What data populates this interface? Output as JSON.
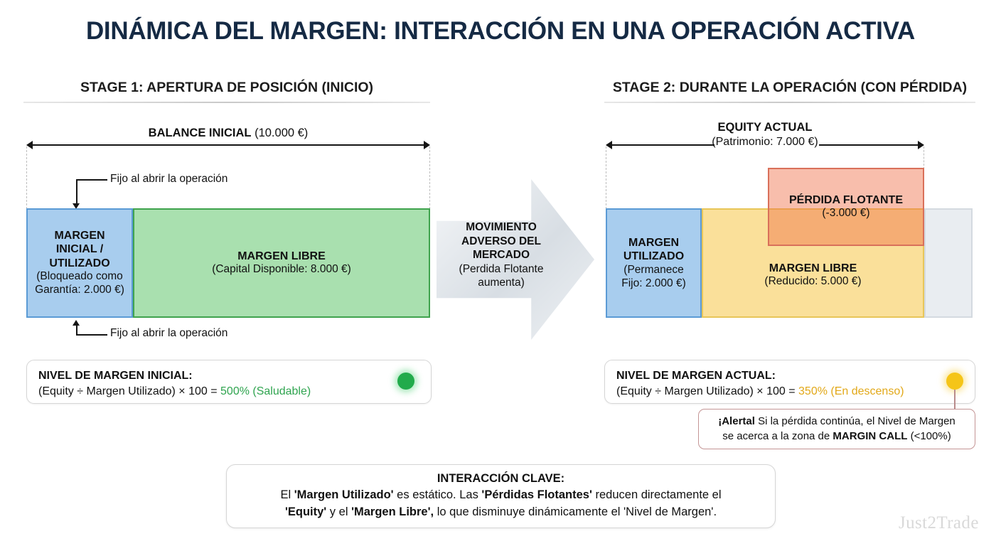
{
  "title": "DINÁMICA DEL MARGEN: INTERACCIÓN EN UNA OPERACIÓN ACTIVA",
  "colors": {
    "title": "#152a44",
    "margin_blue_fill": "#a8cdee",
    "margin_blue_border": "#5b9bd5",
    "free_green_fill": "#a9e0af",
    "free_green_border": "#3fa34d",
    "free_yellow_fill": "#fae09a",
    "free_yellow_border": "#e8c659",
    "loss_red_fill": "rgba(240,110,70,0.45)",
    "loss_red_border": "#d9705a",
    "ghost_gray_fill": "#e9edf1",
    "status_healthy": "#2fa44f",
    "status_warning": "#e2a818",
    "dot_green": "#22ab4b",
    "dot_yellow": "#f5c518",
    "alert_border": "#c49595",
    "watermark": "#d9d9d9"
  },
  "stage1": {
    "header": "STAGE 1: APERTURA DE POSICIÓN (INICIO)",
    "bracket_label_bold": "BALANCE INICIAL",
    "bracket_label_rest": " (10.000 €)",
    "callout_top": "Fijo al abrir la operación",
    "callout_bottom": "Fijo al abrir la operación",
    "margin_bar": {
      "line1": "MARGEN",
      "line2": "INICIAL /",
      "line3": "UTILIZADO",
      "line4": "(Bloqueado como",
      "line5": "Garantía: 2.000 €)"
    },
    "free_bar": {
      "line1": "MARGEN LIBRE",
      "line2": "(Capital Disponible: 8.000 €)"
    },
    "level": {
      "title": "NIVEL DE MARGEN INICIAL:",
      "formula": "(Equity ÷ Margen Utilizado) × 100 = ",
      "value": "500% (Saludable)",
      "dot": "status-dot-green"
    }
  },
  "transition": {
    "line1": "MOVIMIENTO",
    "line2": "ADVERSO DEL",
    "line3": "MERCADO",
    "line4": "(Perdida Flotante",
    "line5": "aumenta)",
    "icon": "right-arrow-shape"
  },
  "stage2": {
    "header": "STAGE 2: DURANTE LA OPERACIÓN (CON PÉRDIDA)",
    "bracket_label_bold": "EQUITY ACTUAL",
    "bracket_label_rest": "(Patrimonio: 7.000 €)",
    "margin_bar": {
      "line1": "MARGEN",
      "line2": "UTILIZADO",
      "line3": "(Permanece",
      "line4": "Fijo: 2.000 €)"
    },
    "free_bar": {
      "line1": "MARGEN LIBRE",
      "line2": "(Reducido: 5.000 €)"
    },
    "loss_bar": {
      "line1": "PÉRDIDA FLOTANTE",
      "line2": "(-3.000 €)"
    },
    "level": {
      "title": "NIVEL DE MARGEN ACTUAL:",
      "formula": "(Equity ÷ Margen Utilizado) × 100 = ",
      "value": "350% (En descenso)",
      "dot": "status-dot-yellow"
    },
    "alert": {
      "bold_prefix": "¡Alertal",
      "line1_rest": " Si la pérdida continúa, el Nivel de Margen",
      "line2_a": "se acerca a la zona de ",
      "line2_bold": "MARGIN CALL",
      "line2_b": " (<100%)"
    }
  },
  "summary": {
    "title": "INTERACCIÓN CLAVE:",
    "line1_a": "El ",
    "line1_b": "'Margen Utilizado'",
    "line1_c": " es estático. Las ",
    "line1_d": "'Pérdidas Flotantes'",
    "line1_e": " reducen directamente el",
    "line2_a": "'Equity'",
    "line2_b": " y el ",
    "line2_c": "'Margen Libre',",
    "line2_d": " lo que disminuye dinámicamente el 'Nivel de Margen'."
  },
  "watermark": "Just2Trade"
}
